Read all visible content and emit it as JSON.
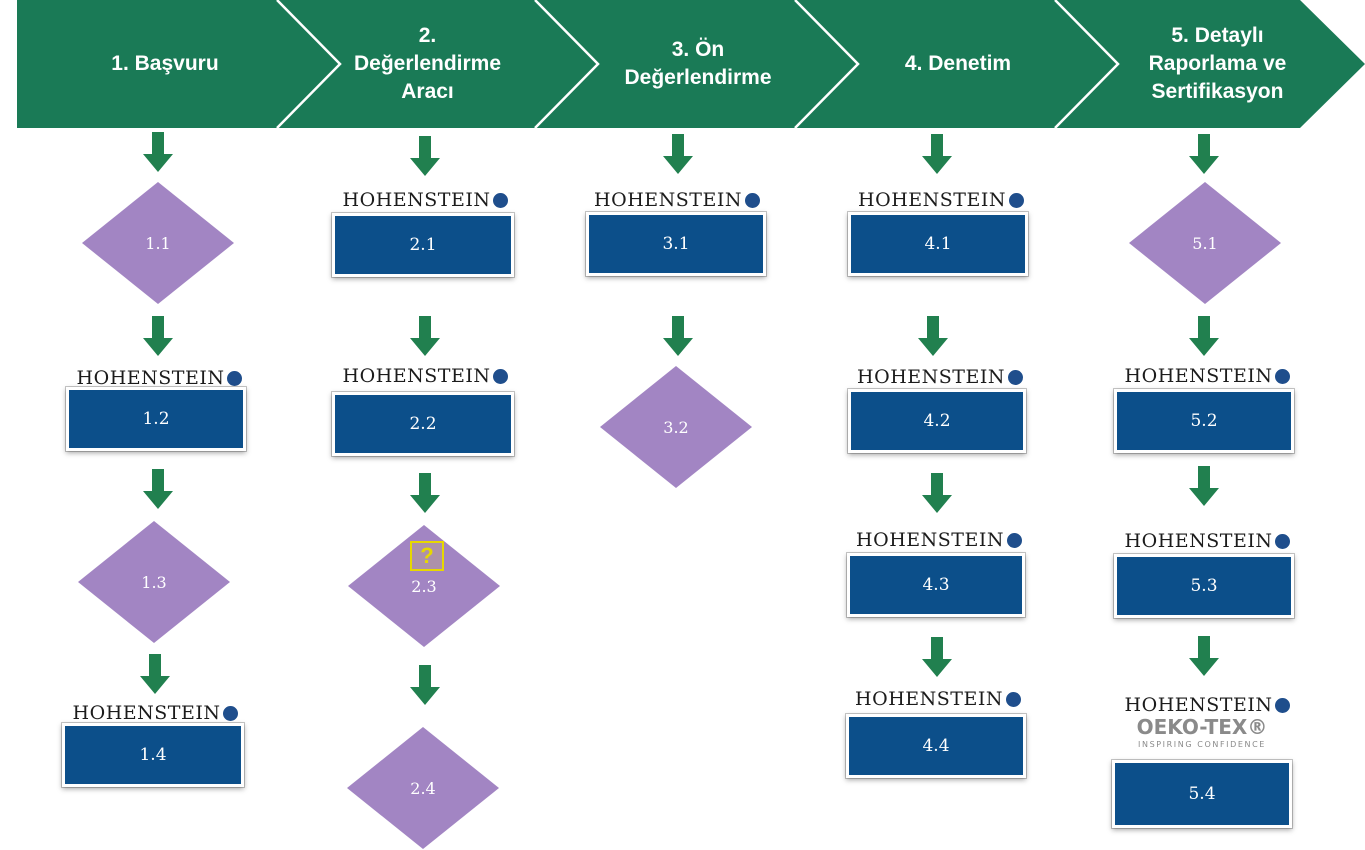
{
  "colors": {
    "stage_green": "#1a7a56",
    "arrow_green": "#21804f",
    "box_blue": "#0c4f8a",
    "diamond_purple": "#a285c3",
    "logo_dot": "#1f4e8c",
    "highlight_yellow": "#e7d800"
  },
  "brand": {
    "name": "HOHENSTEIN"
  },
  "stages": [
    {
      "title": "1. Başvuru"
    },
    {
      "title": "2.\nDeğerlendirme\nAracı"
    },
    {
      "title": "3. Ön\nDeğerlendirme"
    },
    {
      "title": "4. Denetim"
    },
    {
      "title": "5. Detaylı\nRaporlama ve\nSertifikasyon"
    }
  ],
  "steps": {
    "s1_1": "1.1",
    "s1_2": "1.2",
    "s1_3": "1.3",
    "s1_4": "1.4",
    "s2_1": "2.1",
    "s2_2": "2.2",
    "s2_3": "2.3",
    "s2_4": "2.4",
    "s3_1": "3.1",
    "s3_2": "3.2",
    "s4_1": "4.1",
    "s4_2": "4.2",
    "s4_3": "4.3",
    "s4_4": "4.4",
    "s5_1": "5.1",
    "s5_2": "5.2",
    "s5_3": "5.3",
    "s5_4": "5.4"
  },
  "badge": {
    "icon": "question-mark-icon",
    "glyph": "?"
  },
  "oeko": {
    "title": "OEKO-TEX®",
    "subtitle": "INSPIRING CONFIDENCE"
  }
}
